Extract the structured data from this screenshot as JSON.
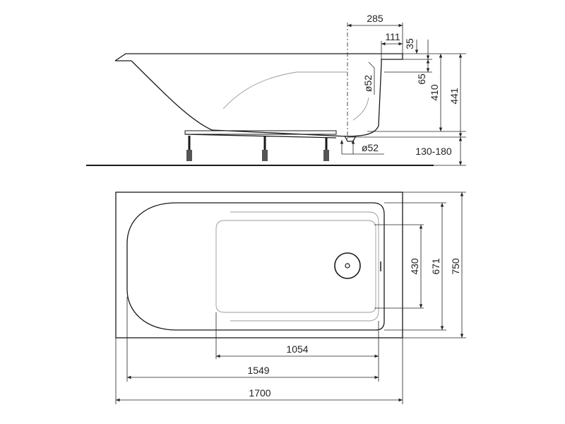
{
  "side_view": {
    "dim_285": "285",
    "dim_111": "111",
    "dim_35": "35",
    "dim_65": "65",
    "dim_410": "410",
    "dim_441": "441",
    "dim_drain_d52": "ø52",
    "dim_overflow_d52": "ø52",
    "dim_130_180": "130-180"
  },
  "top_view": {
    "dim_430": "430",
    "dim_671": "671",
    "dim_750": "750",
    "dim_1054": "1054",
    "dim_1549": "1549",
    "dim_1700": "1700"
  }
}
